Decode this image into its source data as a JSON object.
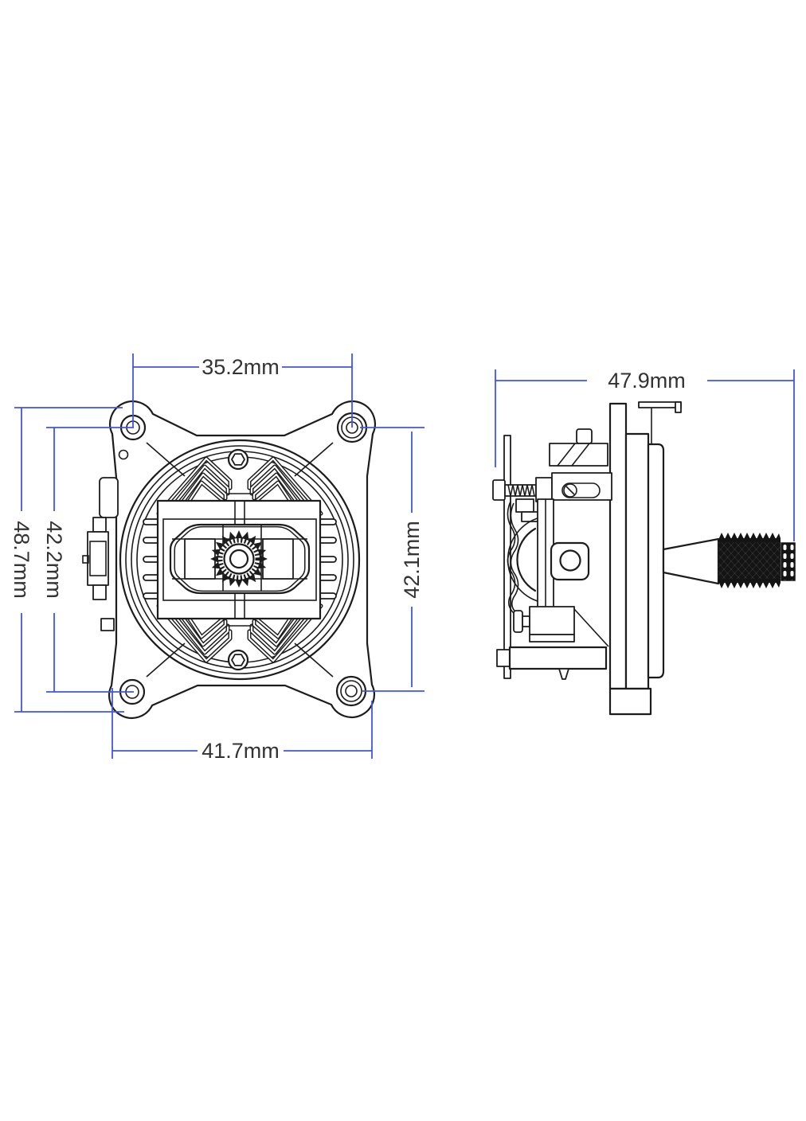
{
  "drawing": {
    "colors": {
      "line": "#1c1c1c",
      "dimension": "#4355dd",
      "background": "#ffffff"
    },
    "front_view": {
      "dims": {
        "top_hole_spacing": "35.2mm",
        "overall_height": "48.7mm",
        "left_hole_spacing": "42.2mm",
        "right_hole_spacing": "42.1mm",
        "overall_width": "41.7mm"
      }
    },
    "side_view": {
      "dims": {
        "overall_depth": "47.9mm"
      }
    }
  }
}
